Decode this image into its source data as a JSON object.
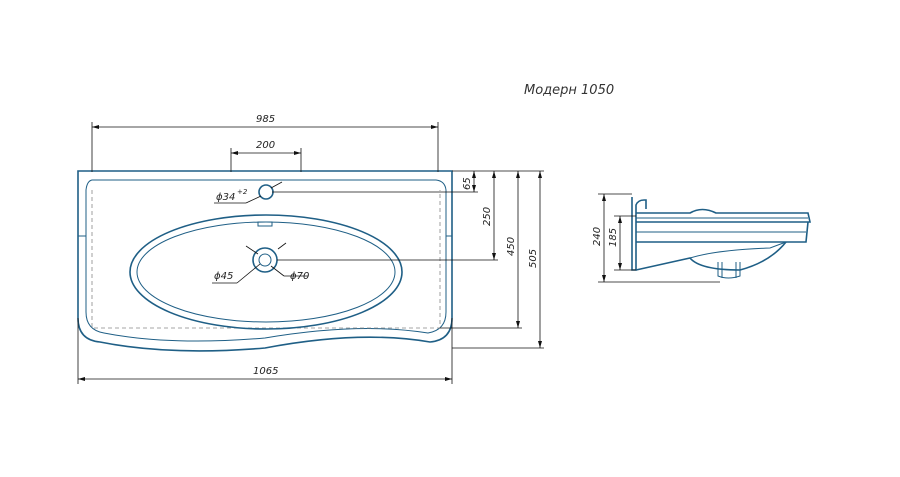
{
  "title": "Модерн 1050",
  "dimensions": {
    "width_overall_top": "985",
    "tap_spacing": "200",
    "tap_hole": "ϕ34",
    "tap_hole_tol": "+2",
    "edge_to_tap": "65",
    "edge_to_drain": "250",
    "bowl_depth": "450",
    "overall_depth": "505",
    "drain_inner": "ϕ45",
    "drain_outer": "ϕ70",
    "width_overall_bottom": "1065",
    "side_height_total": "240",
    "side_height_inner": "185"
  },
  "colors": {
    "outline": "#1f5f86",
    "dimension": "#111111",
    "hidden_line": "#888888"
  }
}
